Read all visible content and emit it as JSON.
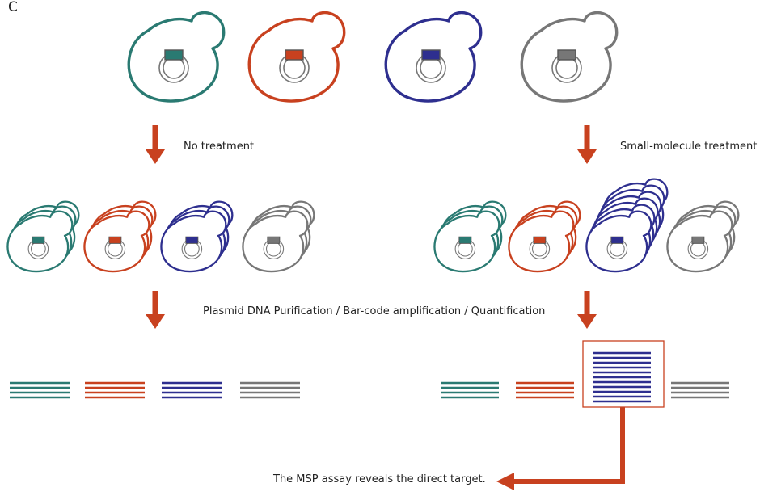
{
  "panel_label": "C",
  "labels": {
    "no_treatment": "No treatment",
    "small_molecule": "Small-molecule treatment",
    "purification": "Plasmid DNA Purification / Bar-code amplification / Quantification",
    "result": "The MSP assay reveals the direct target."
  },
  "strains": [
    {
      "id": "teal",
      "color": "#2a7a72"
    },
    {
      "id": "orange",
      "color": "#c8411f"
    },
    {
      "id": "blue",
      "color": "#2e2f8f"
    },
    {
      "id": "gray",
      "color": "#777777"
    }
  ],
  "arrow_color": "#c8411f",
  "conditions": [
    {
      "id": "untreated",
      "growth_layers": [
        3,
        3,
        3,
        3
      ],
      "barcode_lines": [
        4,
        4,
        4,
        4
      ]
    },
    {
      "id": "treated",
      "growth_layers": [
        3,
        3,
        6,
        3
      ],
      "barcode_lines": [
        4,
        4,
        11,
        4
      ],
      "enriched_strain": "blue"
    }
  ]
}
